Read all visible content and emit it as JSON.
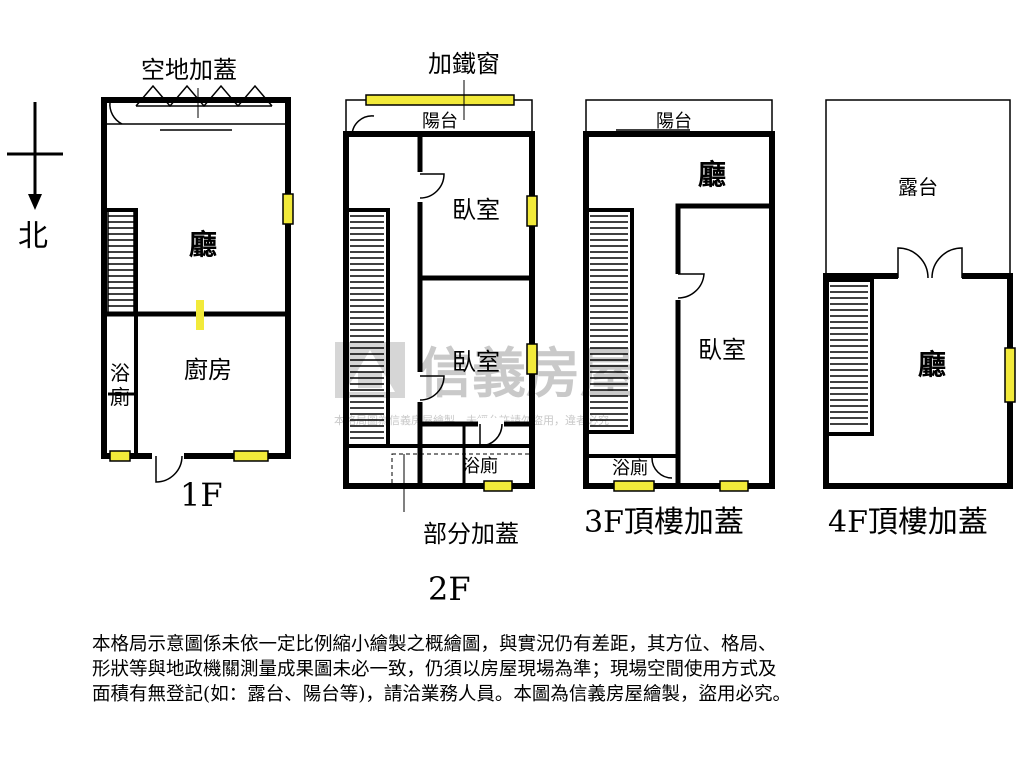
{
  "compass": {
    "label": "北"
  },
  "floors": {
    "f1": {
      "level_label": "1F",
      "rooms": {
        "ext_top": "空地加蓋",
        "living": "廳",
        "kitchen": "廚房",
        "bath_line1": "浴",
        "bath_line2": "廁"
      }
    },
    "f2": {
      "level_label": "2F",
      "rooms": {
        "window_note": "加鐵窗",
        "balcony": "陽台",
        "bedroom1": "臥室",
        "bedroom2": "臥室",
        "bath": "浴廁",
        "partial_ext": "部分加蓋"
      }
    },
    "f3": {
      "level_label": "3F頂樓加蓋",
      "rooms": {
        "balcony": "陽台",
        "living": "廳",
        "bedroom": "臥室",
        "bath": "浴廁"
      }
    },
    "f4": {
      "level_label": "4F頂樓加蓋",
      "rooms": {
        "terrace": "露台",
        "living": "廳"
      }
    }
  },
  "watermark": {
    "brand": "信義房屋",
    "note": "本格局圖為信義房屋繪製，未經允許請勿盜用，違者必究"
  },
  "disclaimer": {
    "line1": "本格局示意圖係未依一定比例縮小繪製之概繪圖，與實況仍有差距，其方位、格局、",
    "line2": "形狀等與地政機關測量成果圖未必一致，仍須以房屋現場為準；現場空間使用方式及",
    "line3": "面積有無登記(如：露台、陽台等)，請洽業務人員。本圖為信義房屋繪製，盜用必究。"
  },
  "colors": {
    "wall": "#000000",
    "window": "#f2ea3a",
    "watermark": "#c9c9c9",
    "background": "#ffffff"
  }
}
